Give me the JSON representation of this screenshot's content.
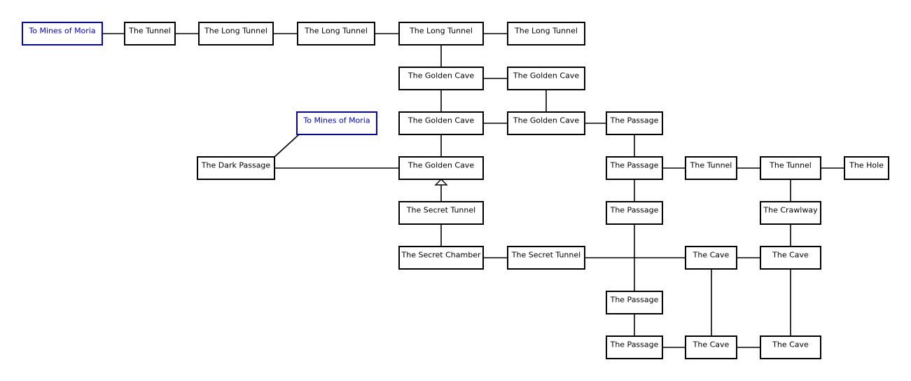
{
  "rooms": {
    "r1": "To Mines of Moria",
    "r2": "The Tunnel",
    "r3": "The Long Tunnel",
    "r4": "The Long Tunnel",
    "r5": "The Long Tunnel",
    "r6": "The Long Tunnel",
    "r7": "The Golden Cave",
    "r8": "The Golden Cave",
    "r9": "The Golden Cave",
    "r10": "The Golden Cave",
    "r11": "The Passage",
    "r12": "To Mines of Moria",
    "r13": "The Dark Passage",
    "r14": "The Golden Cave",
    "r15": "The Passage",
    "r16": "The Tunnel",
    "r17": "The Tunnel",
    "r18": "The Hole",
    "r19": "The Secret Tunnel",
    "r20": "The Passage",
    "r21": "The Crawlway",
    "r22": "The Secret Chamber",
    "r23": "The Secret Tunnel",
    "r24": "The Cave",
    "r25": "The Cave",
    "r26": "The Passage",
    "r27": "The Passage",
    "r28": "The Cave",
    "r29": "The Cave"
  },
  "colors": {
    "room_border": "#000000",
    "exit_link": "#0000cc",
    "background": "#ffffff"
  }
}
